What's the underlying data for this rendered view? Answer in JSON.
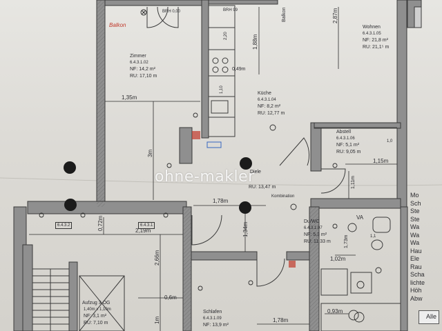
{
  "rooms": {
    "brh_left": "BRH 0,00",
    "brh_right": "BRH 99",
    "balkon": "Balkon",
    "balkon_handwritten": "Balkon",
    "zimmer": {
      "name": "Zimmer",
      "code": "6.4.3.1.02",
      "nf": "NF:   14,2 m²",
      "ru": "RU: 17,10 m"
    },
    "wohnen": {
      "name": "Wohnen",
      "code": "6.4.3.1.05",
      "nf": "NF:   21,8 m²",
      "ru": "RU: 21,1⁵ m"
    },
    "kueche": {
      "name": "Küche",
      "code": "6.4.3.1.04",
      "nf": "NF:     8,2 m²",
      "ru": "RU: 12,77 m"
    },
    "abstell": {
      "name": "Abstell",
      "code": "6.4.3.1.06",
      "nf": "NF:   5,1 m²",
      "ru": "RU: 9,05 m"
    },
    "flur": {
      "name": "Diele",
      "ru": "RU: 13,47 m"
    },
    "duwc": {
      "name": "Du/WC",
      "code": "6.4.3.1.07",
      "nf": "NF:   5,3 m²",
      "ru": "RU: 11,33 m"
    },
    "schlafen": {
      "name": "Schlafen",
      "code": "6.4.3.1.09",
      "nf": "NF:   13,9 m²"
    },
    "aufzug": {
      "name": "Aufzug 3.OG",
      "dims": "1,40m x 1,10m",
      "nf": "NF:   3,1 m²",
      "ru": "RU:   7,10 m"
    }
  },
  "tags": {
    "t1": "6.4.3.2",
    "t2": "6.4.3.1",
    "kombination": "Kombination",
    "vav": "VA"
  },
  "dimensions": {
    "d_135": "1,35m",
    "d_3m": "3m",
    "d_287": "2,87m",
    "d_188": "1,88m",
    "d_049": "0,49m",
    "d_115": "1,15m",
    "d_111": "1,11m",
    "d_178a": "1,78m",
    "d_134": "1,34m",
    "d_072": "0,72m",
    "d_219": "2,19m",
    "d_266": "2,66m",
    "d_06": "0,6m",
    "d_1m": "1m",
    "d_102": "1,02m",
    "d_093": "0,93m",
    "d_178b": "1,78m",
    "d_173": "1,73m",
    "d_220": "2,20",
    "d_110": "1,10",
    "d_11": "1,1",
    "d_10": "1,0"
  },
  "watermark": "ohne-makler",
  "legend": {
    "lines": [
      "Mo",
      "Sch",
      "Ste",
      "Ste",
      "Wa",
      "Wa",
      "Wa",
      "Hau",
      "Ele",
      "Rau",
      "Scha",
      "lichte",
      "Höh",
      "Abw"
    ],
    "box": "Alle"
  }
}
